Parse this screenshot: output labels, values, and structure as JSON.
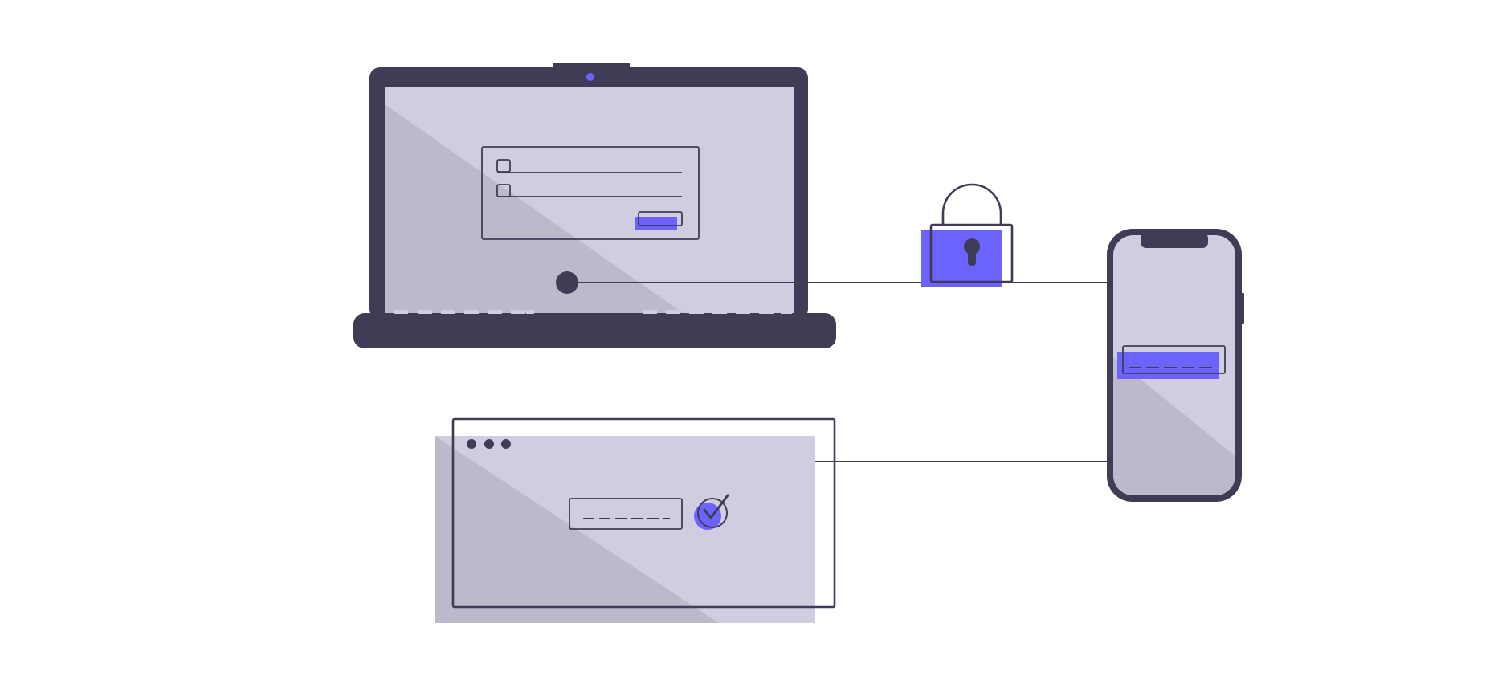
{
  "illustration": {
    "subject": "two-factor-authentication",
    "elements": [
      "laptop-login-form",
      "padlock",
      "smartphone-code-entry",
      "browser-window-verified"
    ],
    "icons": [
      "lock-icon",
      "keyhole-icon",
      "checkmark-icon",
      "webcam-icon",
      "window-dots-icon"
    ]
  },
  "colors": {
    "dark": "#3f3d56",
    "accent": "#6c63ff",
    "screen": "#d0cde1",
    "shade": "#bcb9cb",
    "background": "#ffffff"
  }
}
